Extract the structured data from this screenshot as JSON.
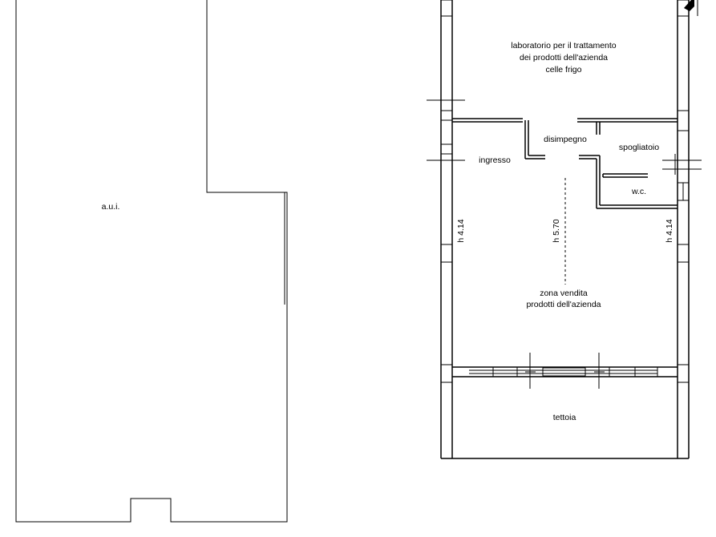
{
  "labels": {
    "aui": "a.u.i.",
    "lab_line1": "laboratorio per il trattamento",
    "lab_line2": "dei prodotti dell'azienda",
    "lab_line3": "celle frigo",
    "disimpegno": "disimpegno",
    "spogliatoio": "spogliatoio",
    "ingresso": "ingresso",
    "wc": "w.c.",
    "height_left": "h 4.14",
    "height_center": "h 5.70",
    "height_right": "h 4.14",
    "zona_line1": "zona vendita",
    "zona_line2": "prodotti dell'azienda",
    "tettoia": "tettoia"
  }
}
